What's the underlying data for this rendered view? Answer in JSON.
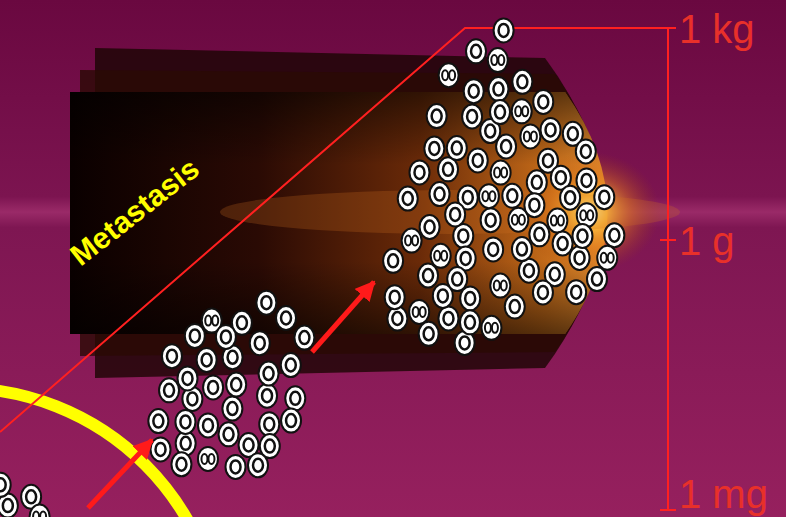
{
  "diagram": {
    "labels": [
      "Metastasis",
      "1 kg",
      "1 g",
      "1 mg"
    ]
  }
}
